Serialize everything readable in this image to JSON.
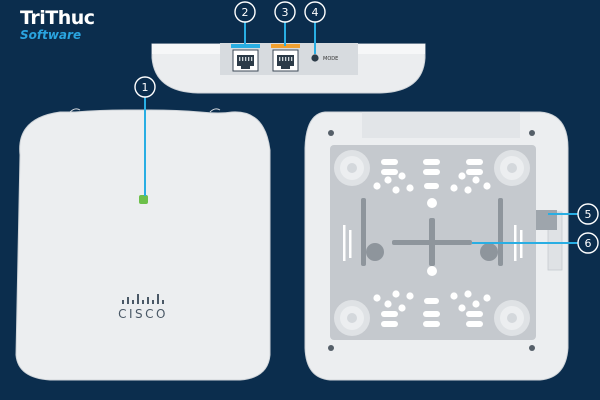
{
  "brand": {
    "line1": "TriThuc",
    "line2": "Software"
  },
  "device_logo": "CISCO",
  "mode_label": "MODE",
  "callouts": [
    {
      "number": "1"
    },
    {
      "number": "2"
    },
    {
      "number": "3"
    },
    {
      "number": "4"
    },
    {
      "number": "5"
    },
    {
      "number": "6"
    }
  ],
  "colors": {
    "background": "#0b2d4d",
    "callout": "#29aee3",
    "led": "#6cc04a",
    "port_2": "#29aee3",
    "port_3": "#f0a030"
  }
}
